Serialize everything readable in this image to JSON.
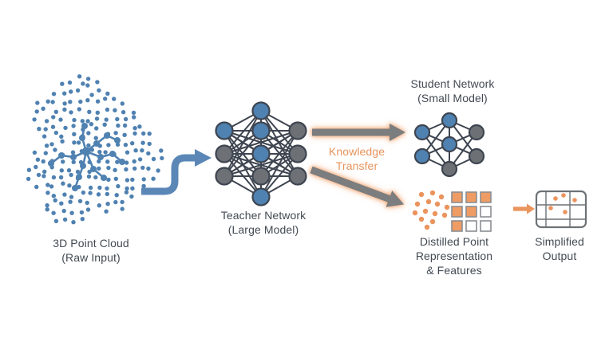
{
  "labels": {
    "point_cloud": [
      "3D Point Cloud",
      "(Raw Input)"
    ],
    "teacher": [
      "Teacher Network",
      "(Large Model)"
    ],
    "student": [
      "Student Network",
      "(Small Model)"
    ],
    "knowledge_transfer": [
      "Knowledge",
      "Transfer"
    ],
    "distilled": [
      "Distilled Point",
      "Representation",
      "& Features"
    ],
    "output": [
      "Simplified",
      "Output"
    ]
  },
  "colors": {
    "blue": "#4f81b1",
    "arrow_blue": "#5b87b7",
    "node_gray": "#6d7176",
    "edge": "#3e4550",
    "node_stroke": "#3e4550",
    "orange": "#ea945e",
    "grid_fill": "#ef9c64",
    "grid_stroke": "#8b8e92",
    "arrow_gray": "#7b7d7e",
    "box_stroke": "#6d7276",
    "text": "#434a53"
  },
  "figure": {
    "type": "knowledge-distillation-flow",
    "grid_pattern": [
      [
        1,
        1,
        1
      ],
      [
        1,
        1,
        0
      ],
      [
        1,
        0,
        0
      ]
    ]
  }
}
